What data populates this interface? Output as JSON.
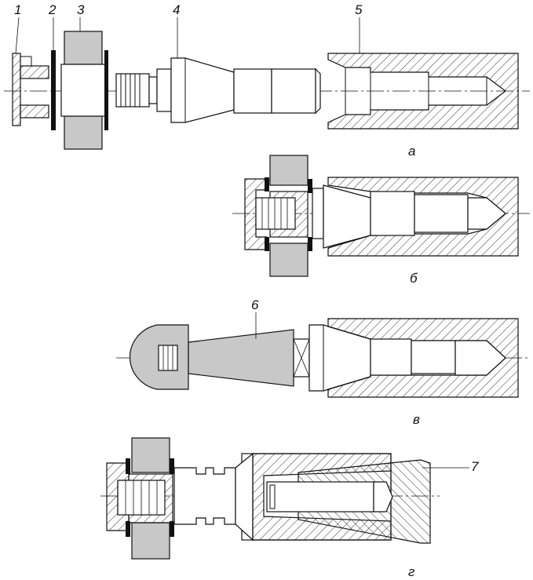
{
  "labels": {
    "part1": "1",
    "part2": "2",
    "part3": "3",
    "part4": "4",
    "part5": "5",
    "part6": "6",
    "part7": "7"
  },
  "captions": {
    "a": "а",
    "b": "б",
    "v": "в",
    "g": "г"
  },
  "colors": {
    "line": "#111111",
    "fill_gray": "#c8c8c8",
    "hatch": "#333333",
    "seal": "#111111"
  }
}
